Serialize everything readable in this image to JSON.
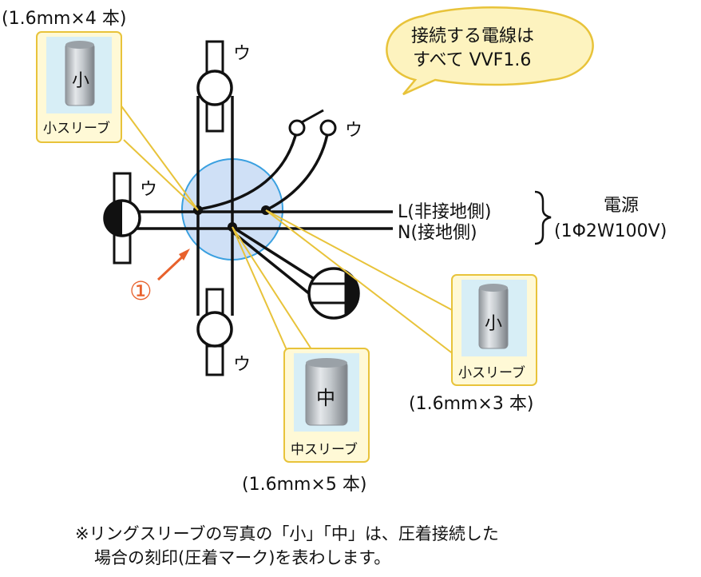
{
  "diagram": {
    "count_top_left": "(1.6mm×4 本)",
    "sleeve_small_label": "小スリーブ",
    "sleeve_small_mark": "小",
    "sleeve_medium_label": "中スリーブ",
    "sleeve_medium_mark": "中",
    "count_bottom_right": "(1.6mm×3 本)",
    "count_bottom_center": "(1.6mm×5 本)",
    "callout_line1": "接続する電線は",
    "callout_line2": "すべて VVF1.6",
    "switch_label": "ウ",
    "junction_number": "①",
    "line_L": "L(非接地側)",
    "line_N": "N(接地側)",
    "power_label1": "電源",
    "power_label2": "(1Φ2W100V)",
    "note_line1": "※リングスリーブの写真の「小」「中」は、圧着接続した",
    "note_line2": "場合の刻印(圧着マーク)を表わします。",
    "colors": {
      "sleeve_box_border": "#e8c33a",
      "sleeve_box_fill": "#fff9d6",
      "junction_fill": "#cfe0f6",
      "junction_stroke": "#3aa0e0",
      "number_color": "#e8612c",
      "callout_fill": "#fdf3bf",
      "callout_stroke": "#e8c33a"
    }
  }
}
